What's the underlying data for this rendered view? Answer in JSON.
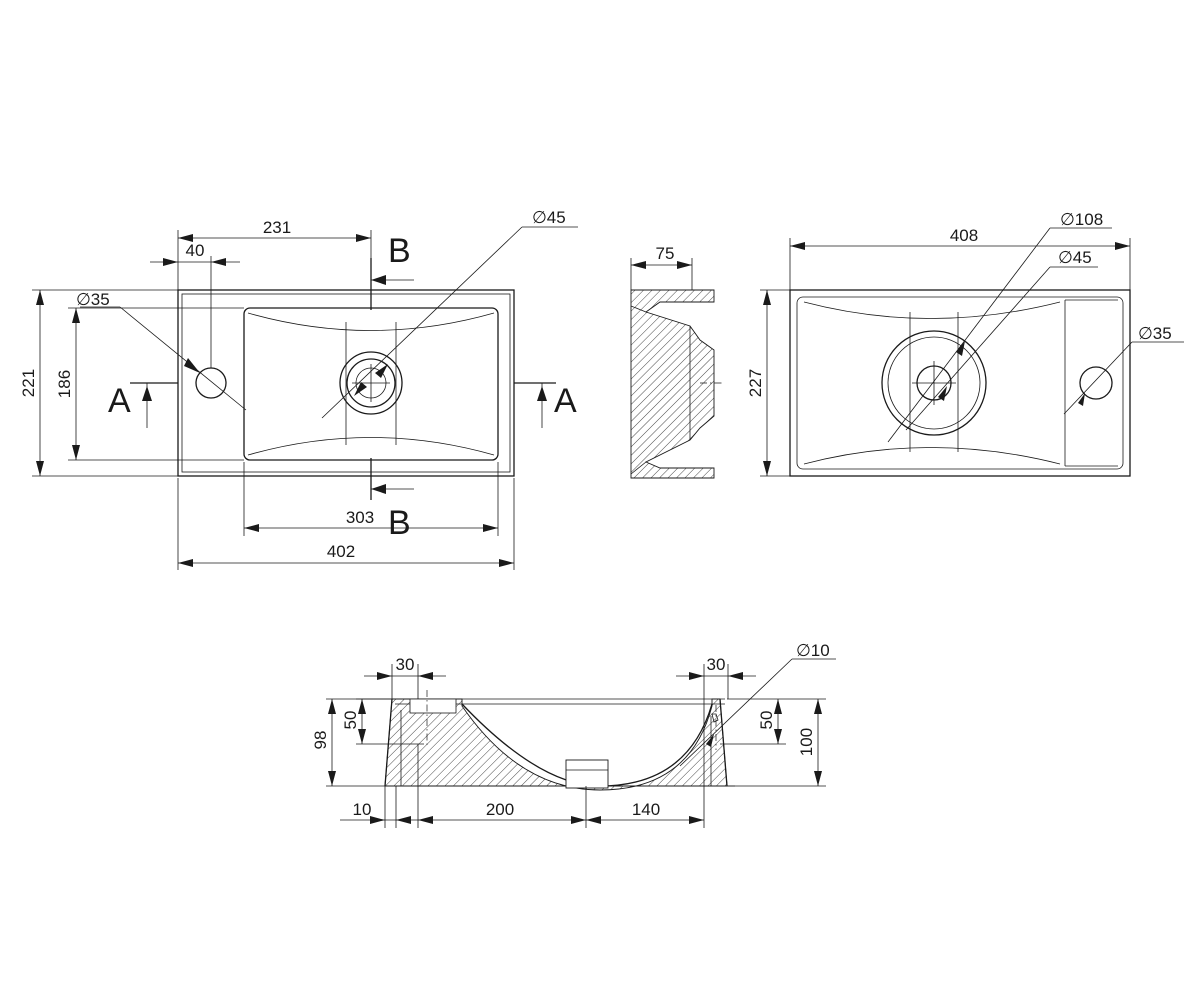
{
  "top_view": {
    "dim_overall_width": "402",
    "dim_bowl_width": "303",
    "dim_hole_to_drain": "231",
    "dim_hole_offset": "40",
    "dim_overall_depth": "221",
    "dim_bowl_depth": "186",
    "dim_tap_hole": "∅35",
    "dim_drain": "∅45",
    "section_a": "A",
    "section_b": "B"
  },
  "side_section": {
    "dim_width": "75"
  },
  "bottom_view": {
    "dim_width": "408",
    "dim_depth": "227",
    "dim_outer_ring": "∅108",
    "dim_drain": "∅45",
    "dim_tap_hole": "∅35"
  },
  "front_section": {
    "dim_wall_left": "30",
    "dim_wall_right": "30",
    "dim_overflow_hole": "∅10",
    "dim_height_left": "98",
    "dim_height_right": "100",
    "dim_rim_left": "50",
    "dim_rim_right": "50",
    "dim_bottom_10": "10",
    "dim_bottom_200": "200",
    "dim_bottom_140": "140"
  }
}
